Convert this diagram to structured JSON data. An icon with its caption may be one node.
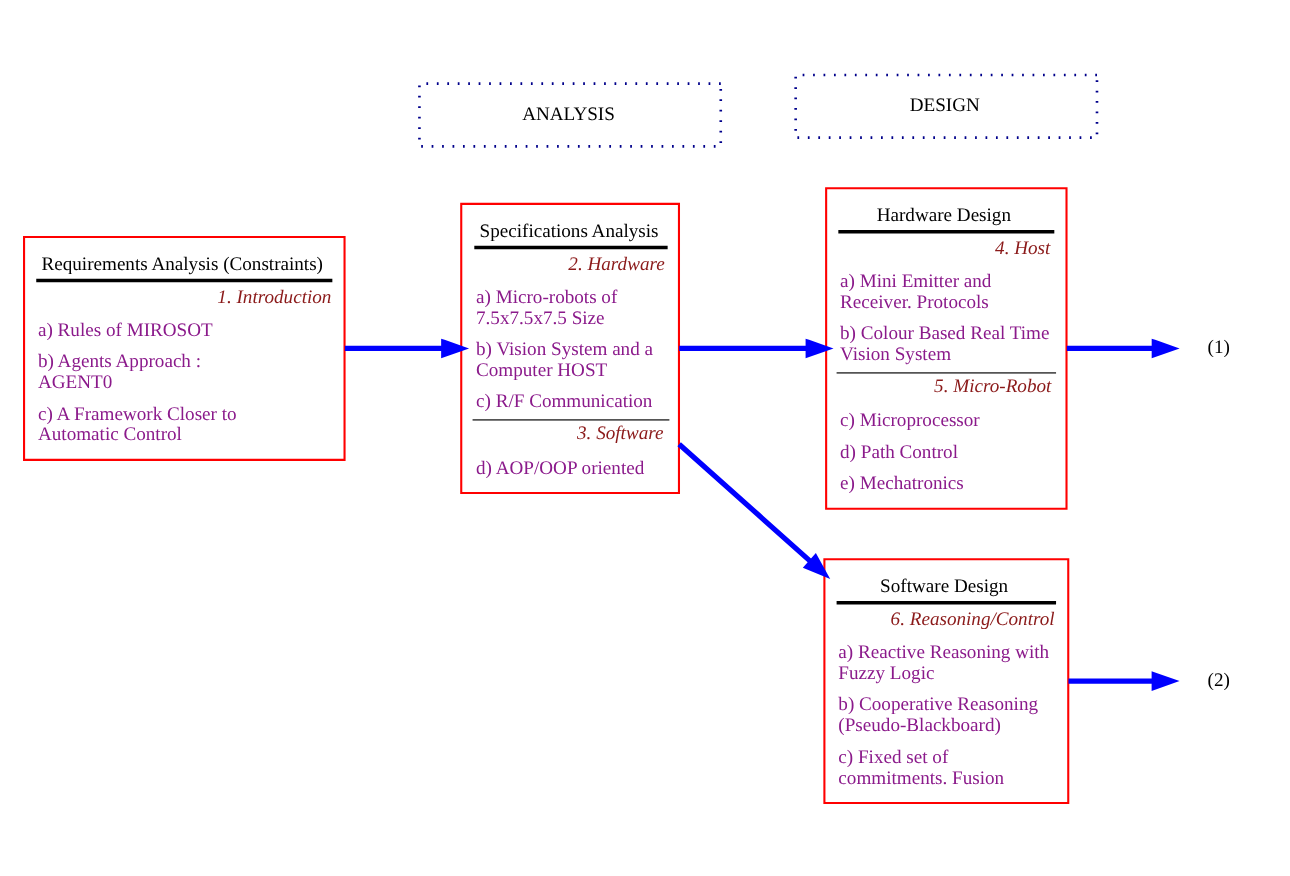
{
  "diagram": {
    "nodes": [
      {
        "text": [
          "ANALYSIS"
        ]
      },
      {
        "text": [
          "DESIGN"
        ]
      },
      {
        "text": [
          "Requirements Analysis (Constraints)",
          "1. Introduction",
          "a) Rules of MIROSOT",
          "b) Agents Approach : AGENT0",
          "c) A Framework Closer to Automatic Control"
        ]
      },
      {
        "text": [
          "Specifications Analysis",
          "2. Hardware",
          "a) Micro-robots of 7.5x7.5x7.5 Size",
          "b) Vision System and a Computer HOST",
          "c) R/F Communication",
          "3. Software",
          "d) AOP/OOP oriented"
        ]
      },
      {
        "text": [
          "Hardware Design",
          "4. Host",
          "a) Mini Emitter and Receiver. Protocols",
          "b) Colour Based Real Time Vision System",
          "5. Micro-Robot",
          "c) Microprocessor",
          "d) Path Control",
          "e) Mechatronics"
        ]
      },
      {
        "text": [
          "Software Design",
          "6. Reasoning/Control",
          "a) Reactive Reasoning with Fuzzy Logic",
          "b) Cooperative Reasoning (Pseudo-Blackboard)",
          "c) Fixed set of commitments. Fusion"
        ]
      },
      {
        "text": [
          "(1)"
        ]
      },
      {
        "text": [
          "(2)"
        ]
      }
    ],
    "edges": [
      {
        "from": 2,
        "to": 3,
        "arrow": "to"
      },
      {
        "from": 3,
        "to": 4,
        "arrow": "to"
      },
      {
        "from": 3,
        "to": 5,
        "arrow": "to"
      },
      {
        "from": 4,
        "to": 6,
        "arrow": "to"
      },
      {
        "from": 5,
        "to": 7,
        "arrow": "to"
      }
    ]
  }
}
